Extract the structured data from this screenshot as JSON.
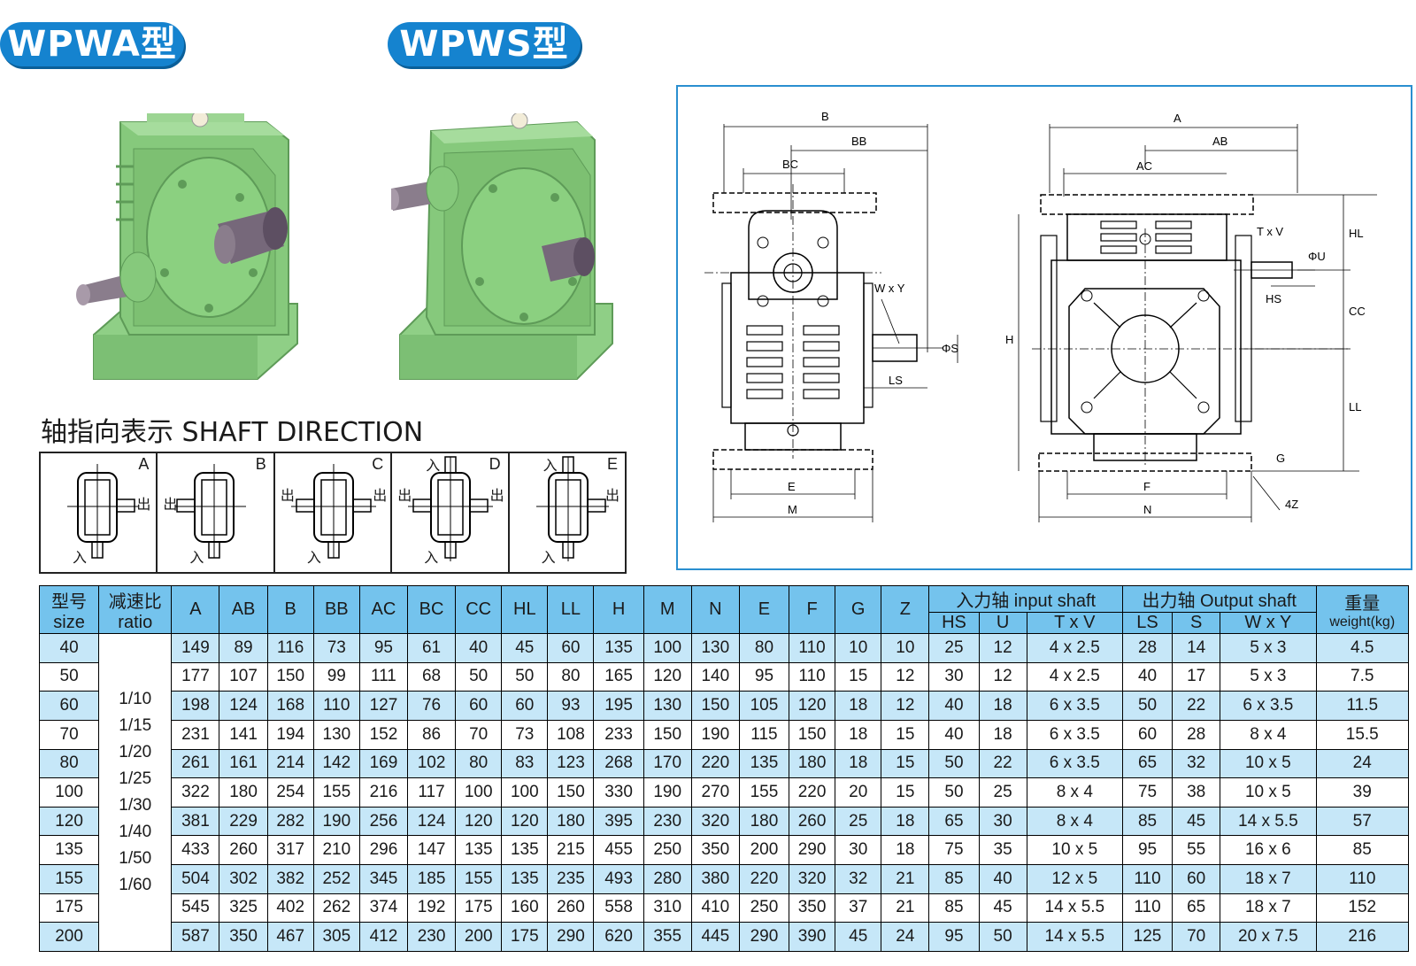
{
  "headers": {
    "wpwa": "WPWA型",
    "wpws": "WPWS型"
  },
  "shaft_direction": {
    "title": "轴指向表示  SHAFT DIRECTION",
    "cells": [
      {
        "letter": "A",
        "in": "入",
        "out": "出"
      },
      {
        "letter": "B",
        "in": "入",
        "out": "出"
      },
      {
        "letter": "C",
        "in": "入",
        "out_left": "出",
        "out_right": "出"
      },
      {
        "letter": "D",
        "in_top": "入",
        "in": "入",
        "out_left": "出",
        "out_right": "出"
      },
      {
        "letter": "E",
        "in_top": "入",
        "in": "入",
        "out": "出"
      }
    ]
  },
  "drawing_labels": {
    "B": "B",
    "BB": "BB",
    "BC": "BC",
    "WxY": "W x Y",
    "phiS": "ΦS",
    "LS": "LS",
    "E": "E",
    "M": "M",
    "H": "H",
    "A": "A",
    "AB": "AB",
    "AC": "AC",
    "TxV": "T x V",
    "phiU": "ΦU",
    "HS": "HS",
    "HL": "HL",
    "CC": "CC",
    "LL": "LL",
    "G": "G",
    "F": "F",
    "N": "N",
    "fourZ": "4Z"
  },
  "table": {
    "h_size_cn": "型号",
    "h_size_en": "size",
    "h_ratio_cn": "减速比",
    "h_ratio_en": "ratio",
    "h_input": "入力轴 input shaft",
    "h_output": "出力轴 Output shaft",
    "h_weight_cn": "重量",
    "h_weight_en": "weight(kg)",
    "dims": [
      "A",
      "AB",
      "B",
      "BB",
      "AC",
      "BC",
      "CC",
      "HL",
      "LL",
      "H",
      "M",
      "N",
      "E",
      "F",
      "G",
      "Z"
    ],
    "input_cols": [
      "HS",
      "U",
      "T x V"
    ],
    "output_cols": [
      "LS",
      "S",
      "W x Y"
    ],
    "ratios": [
      "1/10",
      "1/15",
      "1/20",
      "1/25",
      "1/30",
      "1/40",
      "1/50",
      "1/60"
    ],
    "rows": [
      [
        "40",
        "149",
        "89",
        "116",
        "73",
        "95",
        "61",
        "40",
        "45",
        "60",
        "135",
        "100",
        "130",
        "80",
        "110",
        "10",
        "10",
        "25",
        "12",
        "4 x 2.5",
        "28",
        "14",
        "5 x 3",
        "4.5"
      ],
      [
        "50",
        "177",
        "107",
        "150",
        "99",
        "111",
        "68",
        "50",
        "50",
        "80",
        "165",
        "120",
        "140",
        "95",
        "110",
        "15",
        "12",
        "30",
        "12",
        "4 x 2.5",
        "40",
        "17",
        "5 x 3",
        "7.5"
      ],
      [
        "60",
        "198",
        "124",
        "168",
        "110",
        "127",
        "76",
        "60",
        "60",
        "93",
        "195",
        "130",
        "150",
        "105",
        "120",
        "18",
        "12",
        "40",
        "18",
        "6 x 3.5",
        "50",
        "22",
        "6 x 3.5",
        "11.5"
      ],
      [
        "70",
        "231",
        "141",
        "194",
        "130",
        "152",
        "86",
        "70",
        "73",
        "108",
        "233",
        "150",
        "190",
        "115",
        "150",
        "18",
        "15",
        "40",
        "18",
        "6 x 3.5",
        "60",
        "28",
        "8 x 4",
        "15.5"
      ],
      [
        "80",
        "261",
        "161",
        "214",
        "142",
        "169",
        "102",
        "80",
        "83",
        "123",
        "268",
        "170",
        "220",
        "135",
        "180",
        "18",
        "15",
        "50",
        "22",
        "6 x 3.5",
        "65",
        "32",
        "10 x 5",
        "24"
      ],
      [
        "100",
        "322",
        "180",
        "254",
        "155",
        "216",
        "117",
        "100",
        "100",
        "150",
        "330",
        "190",
        "270",
        "155",
        "220",
        "20",
        "15",
        "50",
        "25",
        "8 x 4",
        "75",
        "38",
        "10 x 5",
        "39"
      ],
      [
        "120",
        "381",
        "229",
        "282",
        "190",
        "256",
        "124",
        "120",
        "120",
        "180",
        "395",
        "230",
        "320",
        "180",
        "260",
        "25",
        "18",
        "65",
        "30",
        "8 x 4",
        "85",
        "45",
        "14 x 5.5",
        "57"
      ],
      [
        "135",
        "433",
        "260",
        "317",
        "210",
        "296",
        "147",
        "135",
        "135",
        "215",
        "455",
        "250",
        "350",
        "200",
        "290",
        "30",
        "18",
        "75",
        "35",
        "10 x 5",
        "95",
        "55",
        "16 x 6",
        "85"
      ],
      [
        "155",
        "504",
        "302",
        "382",
        "252",
        "345",
        "185",
        "155",
        "135",
        "235",
        "493",
        "280",
        "380",
        "220",
        "320",
        "32",
        "21",
        "85",
        "40",
        "12 x 5",
        "110",
        "60",
        "18 x 7",
        "110"
      ],
      [
        "175",
        "545",
        "325",
        "402",
        "262",
        "374",
        "192",
        "175",
        "160",
        "260",
        "558",
        "310",
        "410",
        "250",
        "350",
        "37",
        "21",
        "85",
        "45",
        "14 x 5.5",
        "110",
        "65",
        "18 x 7",
        "152"
      ],
      [
        "200",
        "587",
        "350",
        "467",
        "305",
        "412",
        "230",
        "200",
        "175",
        "290",
        "620",
        "355",
        "445",
        "290",
        "390",
        "45",
        "24",
        "95",
        "50",
        "14 x 5.5",
        "125",
        "70",
        "20 x 7.5",
        "216"
      ]
    ]
  }
}
